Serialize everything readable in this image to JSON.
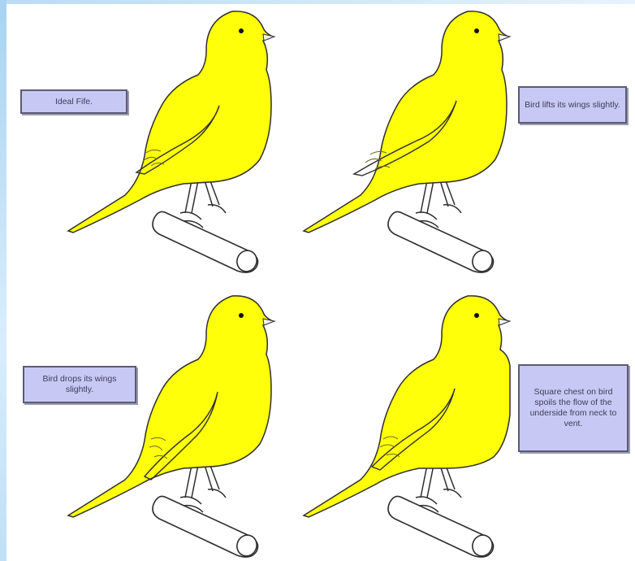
{
  "colors": {
    "bird_body": "#ffff0a",
    "outline": "#2e2e2e",
    "label_bg": "#c8c8f4",
    "label_border": "#5b5b73"
  },
  "panels": [
    {
      "label": "Ideal Fife."
    },
    {
      "label": "Bird lifts its wings slightly."
    },
    {
      "label": "Bird drops its wings slightly."
    },
    {
      "label": "Square chest on bird spoils the flow of the underside from neck to vent."
    }
  ]
}
